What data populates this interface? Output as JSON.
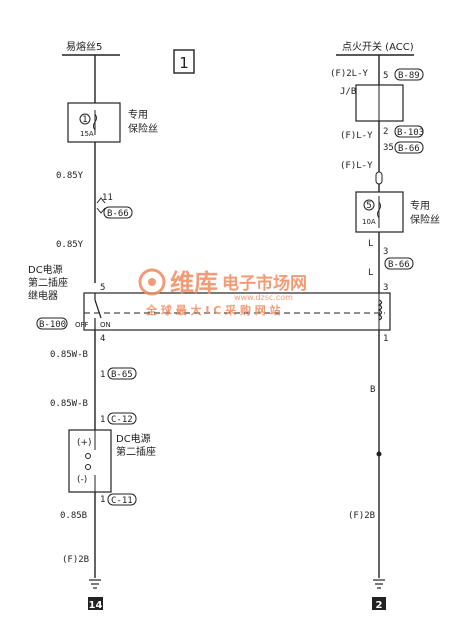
{
  "diagram": {
    "left": {
      "source": "易熔丝5",
      "fuse_label": "专用\n保险丝",
      "fuse_num": "1",
      "fuse_amp": "15A",
      "wire1": "0.85Y",
      "pin11": "11",
      "conn_b66": "B-66",
      "wire2": "0.85Y",
      "relay_title": "DC电源\n第二插座\n继电器",
      "relay_pin5": "5",
      "relay_conn": "B-100",
      "relay_off": "OFF",
      "relay_on": "ON",
      "relay_pin4": "4",
      "wire3": "0.85W-B",
      "pin1a": "1",
      "conn_b65": "B-65",
      "wire4": "0.85W-B",
      "pin1b": "1",
      "conn_c12": "C-12",
      "socket_title": "DC电源\n第二插座",
      "socket_plus": "(+)",
      "socket_minus": "(-)",
      "pin1c": "1",
      "conn_c11": "C-11",
      "wire5": "0.85B",
      "wire6": "(F)2B",
      "ground_num": "14"
    },
    "right": {
      "source": "点火开关 (ACC)",
      "wire1": "(F)2L-Y",
      "pin5": "5",
      "conn_b89": "B-89",
      "jb": "J/B",
      "pin2": "2",
      "conn_b103": "B-103",
      "wire_fly": "(F)L-Y",
      "pin35": "35",
      "conn_b66": "B-66",
      "wire2": "(F)L-Y",
      "fuse_label": "专用\n保险丝",
      "fuse_num": "5",
      "fuse_amp": "10A",
      "wire3": "L",
      "pin3": "3",
      "conn_b66b": "B-66",
      "wire4": "L",
      "relay_pin3": "3",
      "relay_pin1": "1",
      "wire5": "B",
      "wire6": "(F)2B",
      "ground_num": "2"
    },
    "page_num": "1",
    "watermark": {
      "brand": "维库",
      "title": "电子市场网",
      "url": "www.dzsc.com",
      "slogan": "全 球 最 大 I C 采 购 网 站"
    }
  }
}
